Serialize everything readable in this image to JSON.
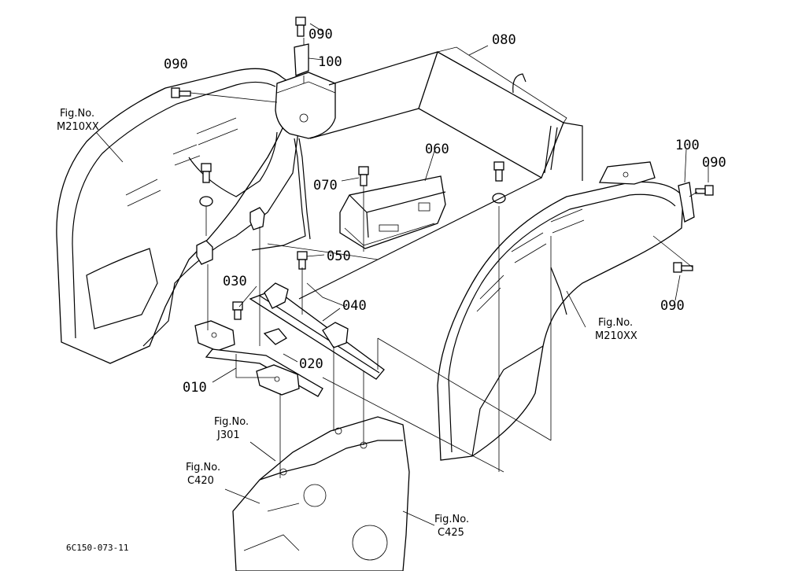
{
  "parts": {
    "p010": "010",
    "p020": "020",
    "p030": "030",
    "p040": "040",
    "p050": "050",
    "p060": "060",
    "p070": "070",
    "p080": "080",
    "p090": "090",
    "p100": "100"
  },
  "refs": {
    "fig_no": "Fig.No.",
    "m210xx": "M210XX",
    "j301": "J301",
    "c420": "C420",
    "c425": "C425"
  },
  "drawing_code": "6C150-073-11"
}
